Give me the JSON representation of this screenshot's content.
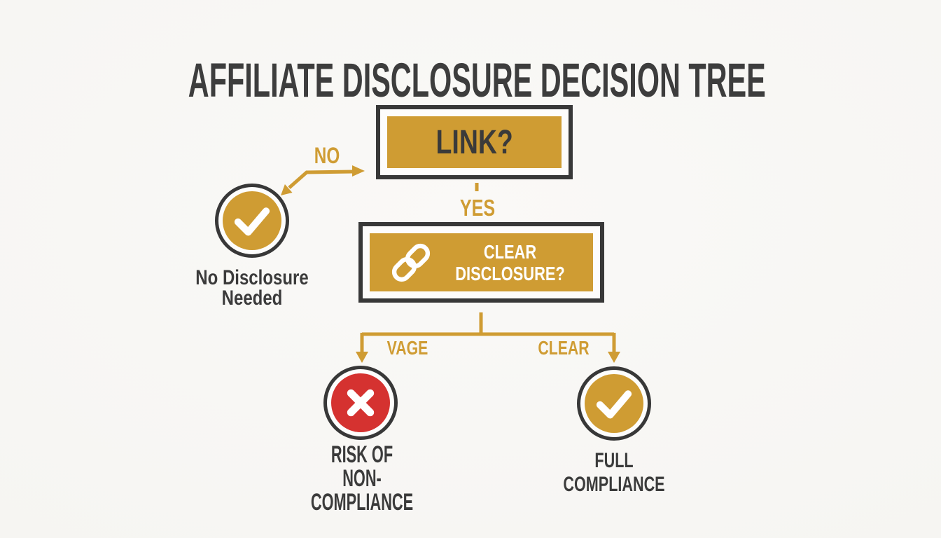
{
  "title": "AFFILIATE DISCLOSURE DECISION TREE",
  "colors": {
    "gold": "#CF9C33",
    "red": "#D53230",
    "dark_charcoal": "#3B3B3B",
    "background": "#F7F6F2",
    "white": "#FFFFFF"
  },
  "nodes": {
    "link_question": {
      "label": "LINK?"
    },
    "clear_disclosure_question": {
      "icon": "chain-link-icon",
      "line1": "CLEAR",
      "line2": "DISCLOSURE?"
    },
    "no_disclosure_outcome": {
      "icon": "check-icon",
      "line1": "No Disclosure",
      "line2": "Needed"
    },
    "risk_outcome": {
      "icon": "x-icon",
      "line1": "RISK OF",
      "line2": "NON-COMPLIANCE"
    },
    "full_compliance_outcome": {
      "icon": "check-icon",
      "label": "FULL COMPLIANCE"
    }
  },
  "edges": {
    "no_label": "NO",
    "yes_label": "YES",
    "vague_label": "VAGE",
    "clear_label": "CLEAR"
  }
}
